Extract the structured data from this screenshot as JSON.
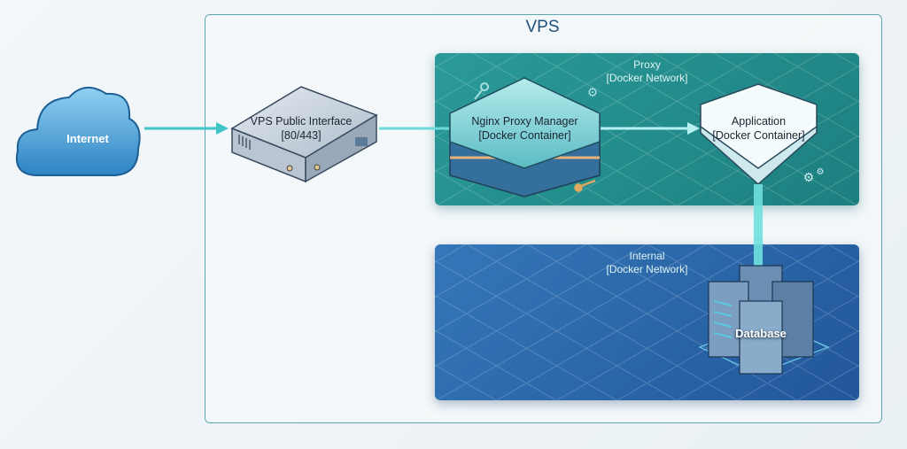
{
  "vps": {
    "title": "VPS"
  },
  "internet": {
    "label": "Internet"
  },
  "public_interface": {
    "title": "VPS Public Interface",
    "ports": "[80/443]"
  },
  "proxy_network": {
    "name": "Proxy",
    "type": "[Docker Network]"
  },
  "internal_network": {
    "name": "Internal",
    "type": "[Docker Network]"
  },
  "nginx": {
    "title": "Nginx Proxy Manager",
    "type": "[Docker Container]"
  },
  "application": {
    "title": "Application",
    "type": "[Docker Container]"
  },
  "database": {
    "label": "Database"
  },
  "colors": {
    "proxy": "#1e8c8c",
    "internal": "#2b68ab",
    "arrow": "#5fd6d6",
    "border": "#5fa7b0"
  }
}
